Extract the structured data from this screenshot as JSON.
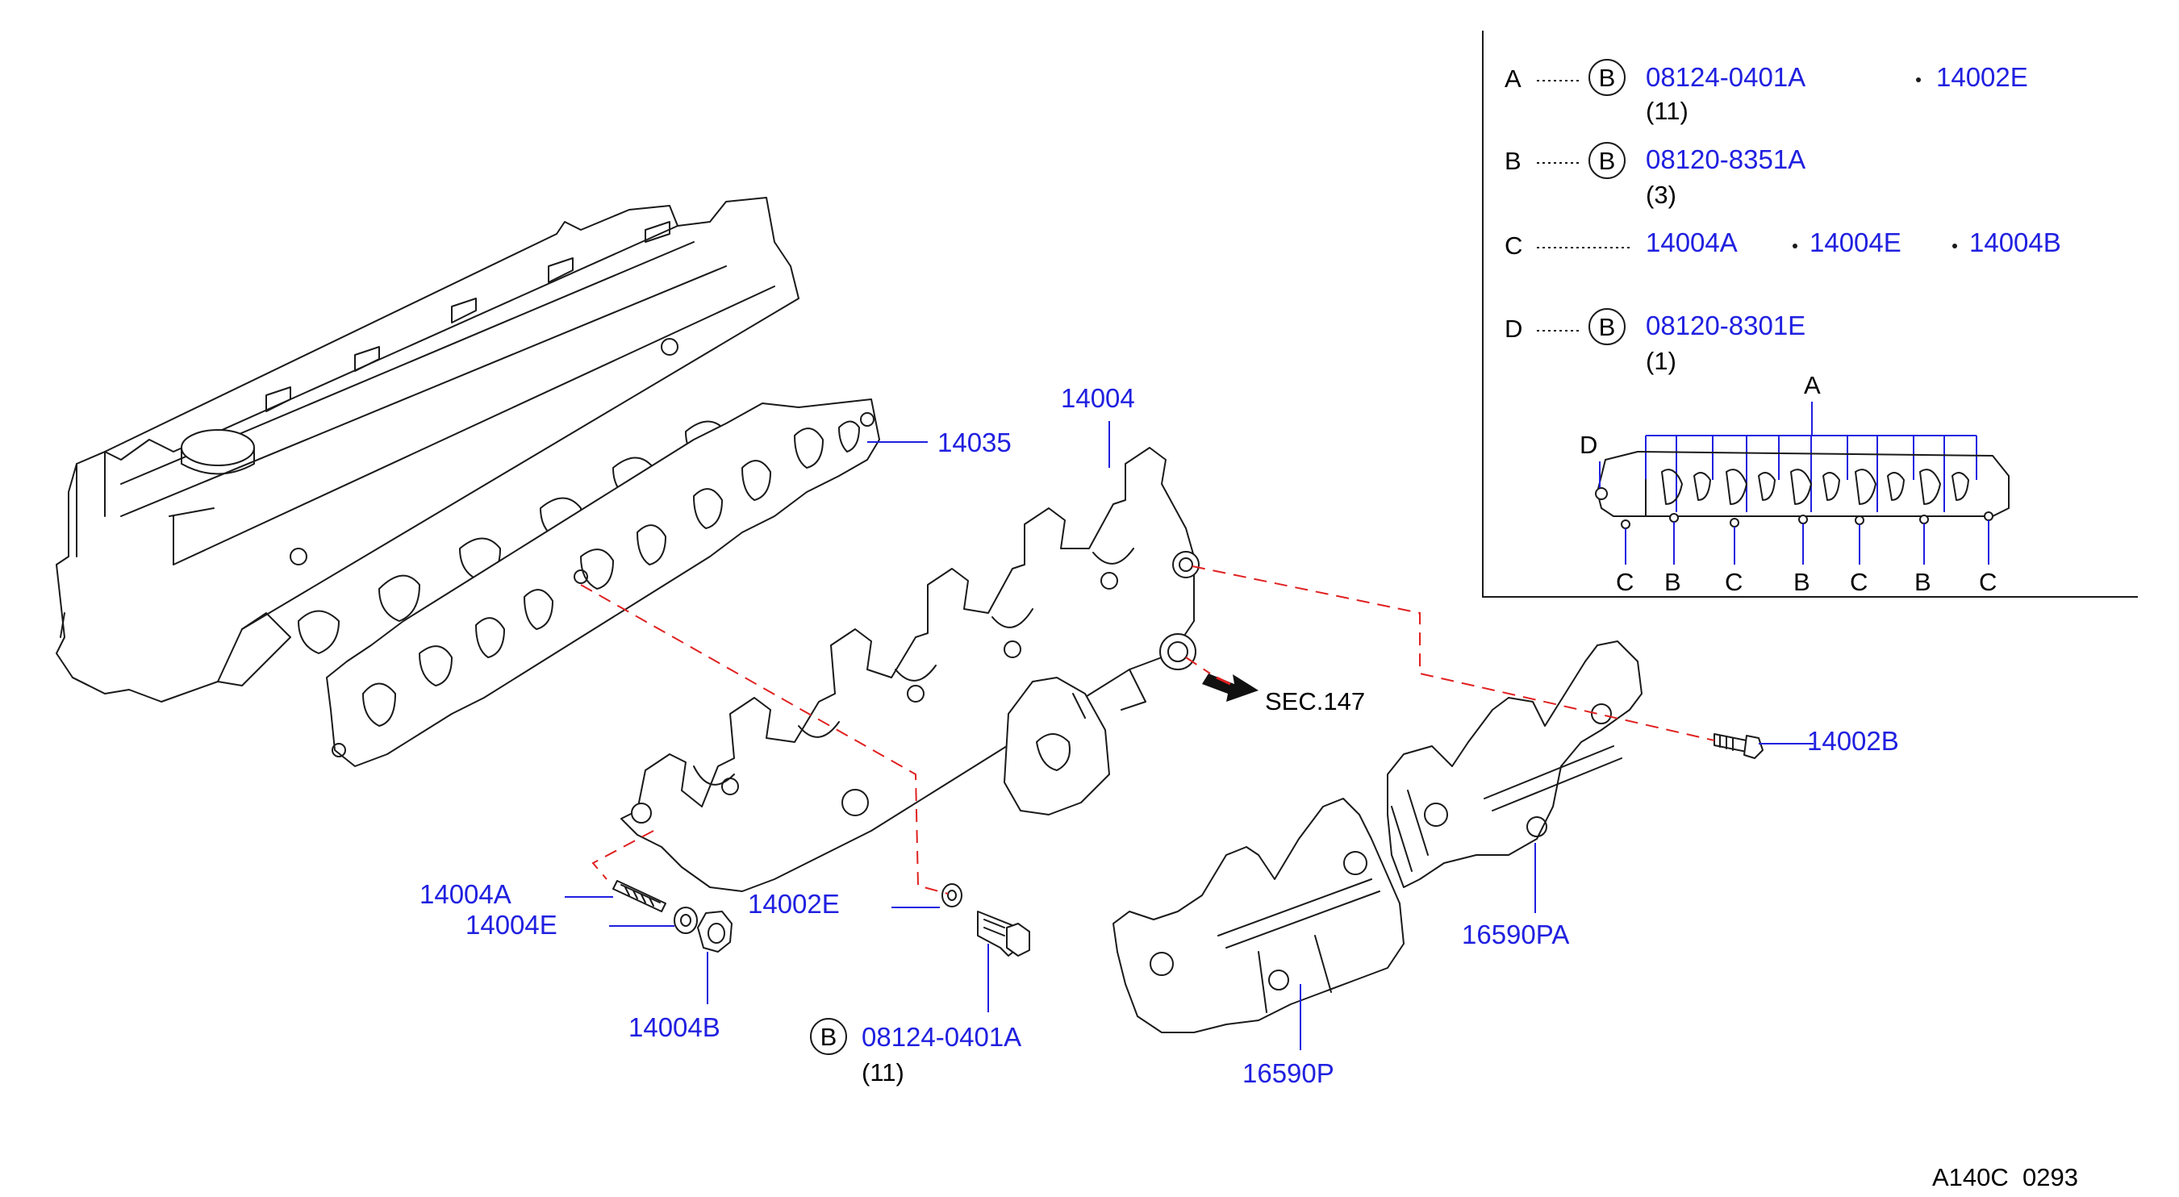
{
  "colors": {
    "part_number": "#2020e0",
    "leader": "#2020e0",
    "dashed_reference": "#e02020",
    "linework": "#1a1a1a",
    "background": "#ffffff"
  },
  "callouts": {
    "p14035": "14035",
    "p14004": "14004",
    "sec147": "SEC.147",
    "p14002B": "14002B",
    "p14004A": "14004A",
    "p14004E": "14004E",
    "p14002E": "14002E",
    "p14004B": "14004B",
    "p16590PA": "16590PA",
    "p16590P": "16590P",
    "bolt_symbol": "B",
    "bolt_part": "08124-0401A",
    "bolt_qty": "(11)"
  },
  "legend": {
    "rows": [
      {
        "letter": "A",
        "symbol": "B",
        "part": "08124-0401A",
        "qty": "(11)",
        "extra": "14002E"
      },
      {
        "letter": "B",
        "symbol": "B",
        "part": "08120-8351A",
        "qty": "(3)"
      },
      {
        "letter": "C",
        "parts": [
          "14004A",
          "14004E",
          "14004B"
        ]
      },
      {
        "letter": "D",
        "symbol": "B",
        "part": "08120-8301E",
        "qty": "(1)"
      }
    ],
    "mini_diagram": {
      "top_label": "A",
      "side_label": "D",
      "bottom_labels": [
        "C",
        "B",
        "C",
        "B",
        "C",
        "B",
        "C"
      ]
    }
  },
  "footer": {
    "code": "A140C  0293"
  }
}
